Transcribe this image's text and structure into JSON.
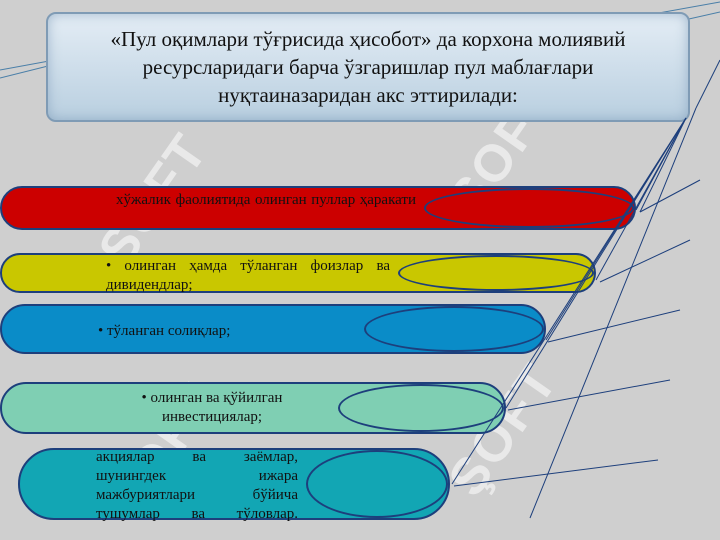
{
  "slide": {
    "title": "«Пул оқимлари тўғрисида ҳисобот» да корхона молиявий ресурсларидаги барча ўзгаришлар пул маблағлари нуқтаиназаридан акс эттирилади:"
  },
  "items": [
    {
      "text": "хўжалик фаолиятида олинган пуллар ҳаракати",
      "color": "#cc0000"
    },
    {
      "text": "• олинган ҳамда тўланган фоизлар ва дивидендлар;",
      "color": "#c9c700"
    },
    {
      "text": "• тўланган солиқлар;",
      "color": "#0a8cc8"
    },
    {
      "text": "• олинган ва қўйилган инвестициялар;",
      "color": "#7fcfb3"
    },
    {
      "text": "акциялар ва заёмлар, шунингдек ижара мажбуриятлари бўйича тушумлар ва тўловлар.",
      "color": "#12a6b4"
    }
  ],
  "colors": {
    "outline": "#1d3f7c",
    "title_bg": "#cfdeea",
    "background": "#cfcfcf"
  }
}
